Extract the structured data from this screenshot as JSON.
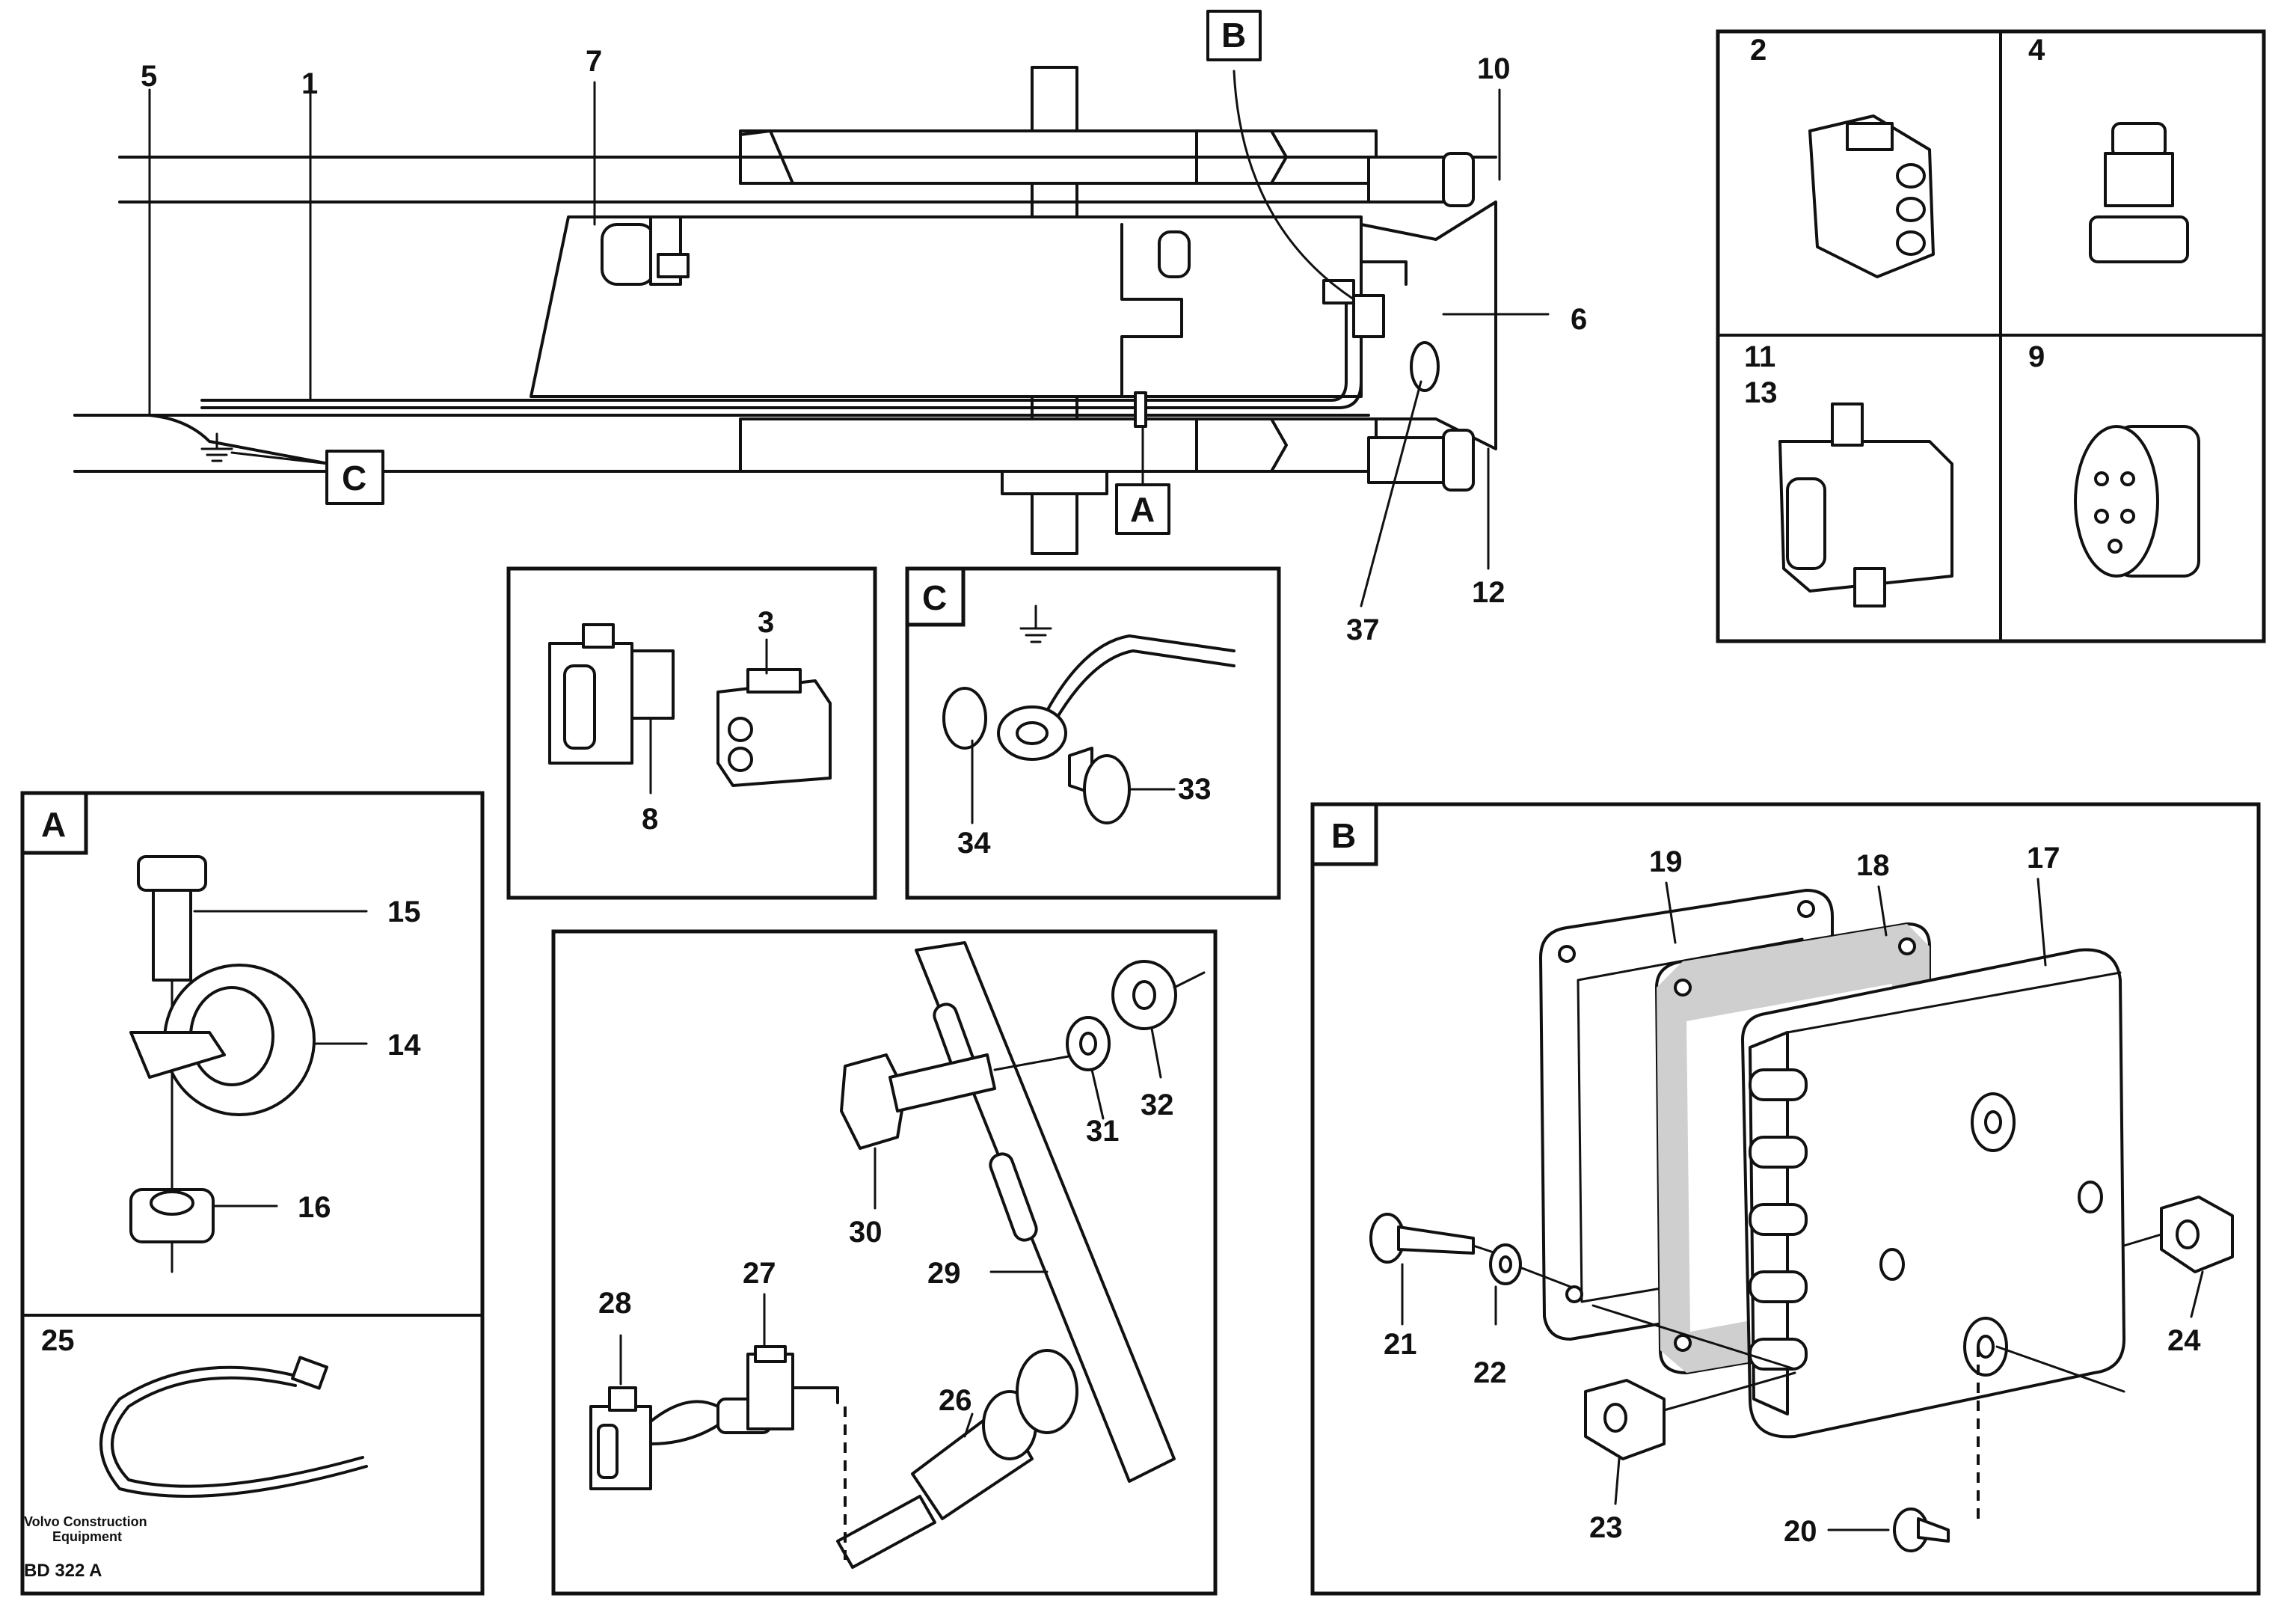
{
  "main_view": {
    "callouts": {
      "A": "A",
      "B": "B",
      "C": "C"
    },
    "labels": {
      "n5": "5",
      "n1": "1",
      "n7": "7",
      "n10": "10",
      "n6": "6",
      "n12": "12",
      "n37": "37"
    }
  },
  "connectors_panel": {
    "labels": {
      "n2": "2",
      "n4": "4",
      "n11": "11",
      "n13": "13",
      "n9": "9"
    }
  },
  "panel_8_3": {
    "labels": {
      "n3": "3",
      "n8": "8"
    }
  },
  "panel_c": {
    "title": "C",
    "labels": {
      "n33": "33",
      "n34": "34"
    }
  },
  "panel_a": {
    "title": "A",
    "labels": {
      "n15": "15",
      "n14": "14",
      "n16": "16"
    }
  },
  "panel_25": {
    "labels": {
      "n25": "25"
    },
    "manufacturer_line1": "Volvo Construction",
    "manufacturer_line2": "Equipment",
    "drawing_code": "BD 322 A"
  },
  "panel_sensor": {
    "labels": {
      "n30": "30",
      "n31": "31",
      "n32": "32",
      "n29": "29",
      "n28": "28",
      "n27": "27",
      "n26": "26"
    }
  },
  "panel_b": {
    "title": "B",
    "labels": {
      "n19": "19",
      "n18": "18",
      "n17": "17",
      "n21": "21",
      "n22": "22",
      "n24": "24",
      "n23": "23",
      "n20": "20"
    }
  }
}
